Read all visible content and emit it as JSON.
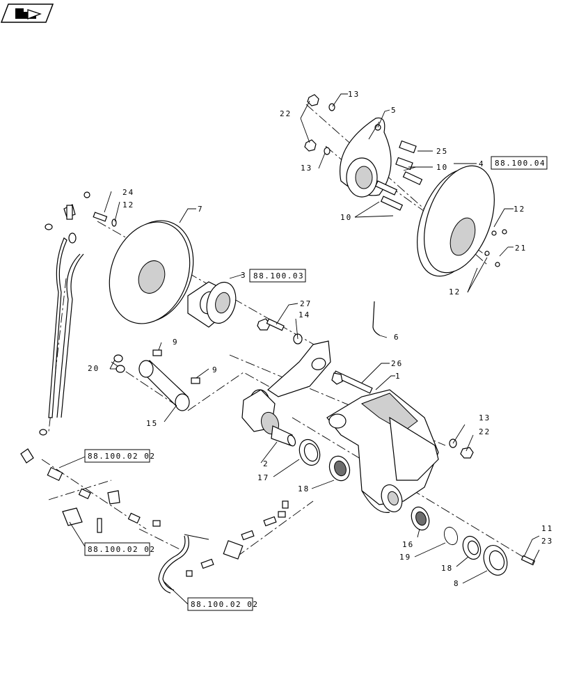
{
  "nav": {
    "icon": "arrow-folder-icon"
  },
  "callouts": {
    "c1": "1",
    "c2": "2",
    "c3": "3",
    "c4": "4",
    "c5": "5",
    "c6": "6",
    "c7": "7",
    "c8": "8",
    "c9a": "9",
    "c9b": "9",
    "c10a": "10",
    "c10b": "10",
    "c11": "11",
    "c12a": "12",
    "c12b": "12",
    "c12c": "12",
    "c13a": "13",
    "c13b": "13",
    "c13c": "13",
    "c14": "14",
    "c15": "15",
    "c16": "16",
    "c17": "17",
    "c18a": "18",
    "c18b": "18",
    "c19": "19",
    "c20": "20",
    "c21": "21",
    "c22a": "22",
    "c22b": "22",
    "c23": "23",
    "c24": "24",
    "c25": "25",
    "c26": "26",
    "c27": "27"
  },
  "refs": {
    "r1": "88.100.04",
    "r2": "88.100.03",
    "r3": "88.100.02 02",
    "r4": "88.100.02 02",
    "r5": "88.100.02 02"
  }
}
